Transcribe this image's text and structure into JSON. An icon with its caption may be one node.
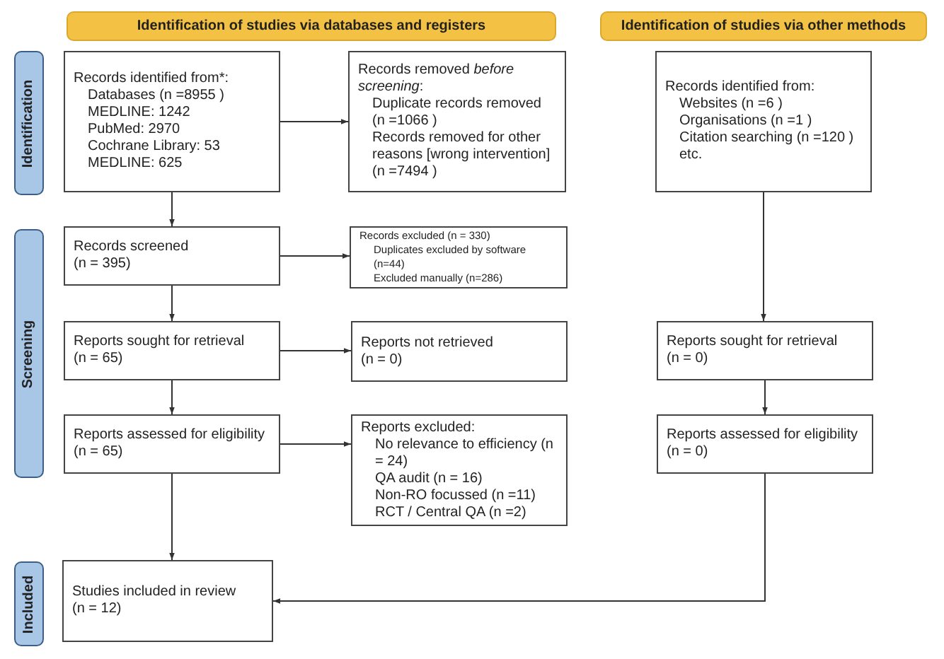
{
  "diagram": {
    "nodes": [
      {
        "text": [
          "Identification of studies via databases and registers"
        ]
      },
      {
        "text": [
          "Identification of studies via other methods"
        ]
      },
      {
        "text": [
          "Identification"
        ]
      },
      {
        "text": [
          "Records identified from*:",
          "Databases (n =8955 )",
          "MEDLINE: 1242",
          "PubMed: 2970",
          "Cochrane Library: 53",
          "MEDLINE: 625"
        ]
      },
      {
        "text": [
          "Records removed *before screening*:",
          "Duplicate records removed (n =1066 )",
          "Records removed for other reasons [wrong intervention] (n =7494 )"
        ]
      },
      {
        "text": [
          "Records identified from:",
          "Websites (n =6 )",
          "Organisations (n =1 )",
          "Citation searching (n =120 )",
          "etc."
        ]
      },
      {
        "text": [
          "Screening"
        ]
      },
      {
        "text": [
          "Records screened",
          "(n = 395)"
        ]
      },
      {
        "text": [
          "Records excluded (n = 330)",
          "Duplicates excluded by software (n=44)",
          "Excluded manually (n=286)"
        ]
      },
      {
        "text": [
          "Reports sought for retrieval",
          "(n = 65)"
        ]
      },
      {
        "text": [
          "Reports not retrieved",
          "(n = 0)"
        ]
      },
      {
        "text": [
          "Reports sought for retrieval",
          "(n = 0)"
        ]
      },
      {
        "text": [
          "Reports assessed for eligibility",
          "(n = 65)"
        ]
      },
      {
        "text": [
          "Reports excluded:",
          "No relevance to efficiency (n = 24)",
          "QA audit (n = 16)",
          "Non-RO focussed (n =11)",
          "RCT / Central QA (n =2)"
        ]
      },
      {
        "text": [
          "Reports assessed for eligibility",
          "(n = 0)"
        ]
      },
      {
        "text": [
          "Included"
        ]
      },
      {
        "text": [
          "Studies included in review",
          "(n = 12)"
        ]
      }
    ],
    "edges": [
      {
        "from": 3,
        "to": 4,
        "arrow": "to"
      },
      {
        "from": 3,
        "to": 7,
        "arrow": "to"
      },
      {
        "from": 7,
        "to": 8,
        "arrow": "to"
      },
      {
        "from": 7,
        "to": 9,
        "arrow": "to"
      },
      {
        "from": 9,
        "to": 10,
        "arrow": "to"
      },
      {
        "from": 9,
        "to": 12,
        "arrow": "to"
      },
      {
        "from": 12,
        "to": 13,
        "arrow": "to"
      },
      {
        "from": 12,
        "to": 16,
        "arrow": "to"
      },
      {
        "from": 5,
        "to": 11,
        "arrow": "to"
      },
      {
        "from": 11,
        "to": 14,
        "arrow": "to"
      },
      {
        "from": 14,
        "to": 16,
        "arrow": "to"
      }
    ]
  }
}
